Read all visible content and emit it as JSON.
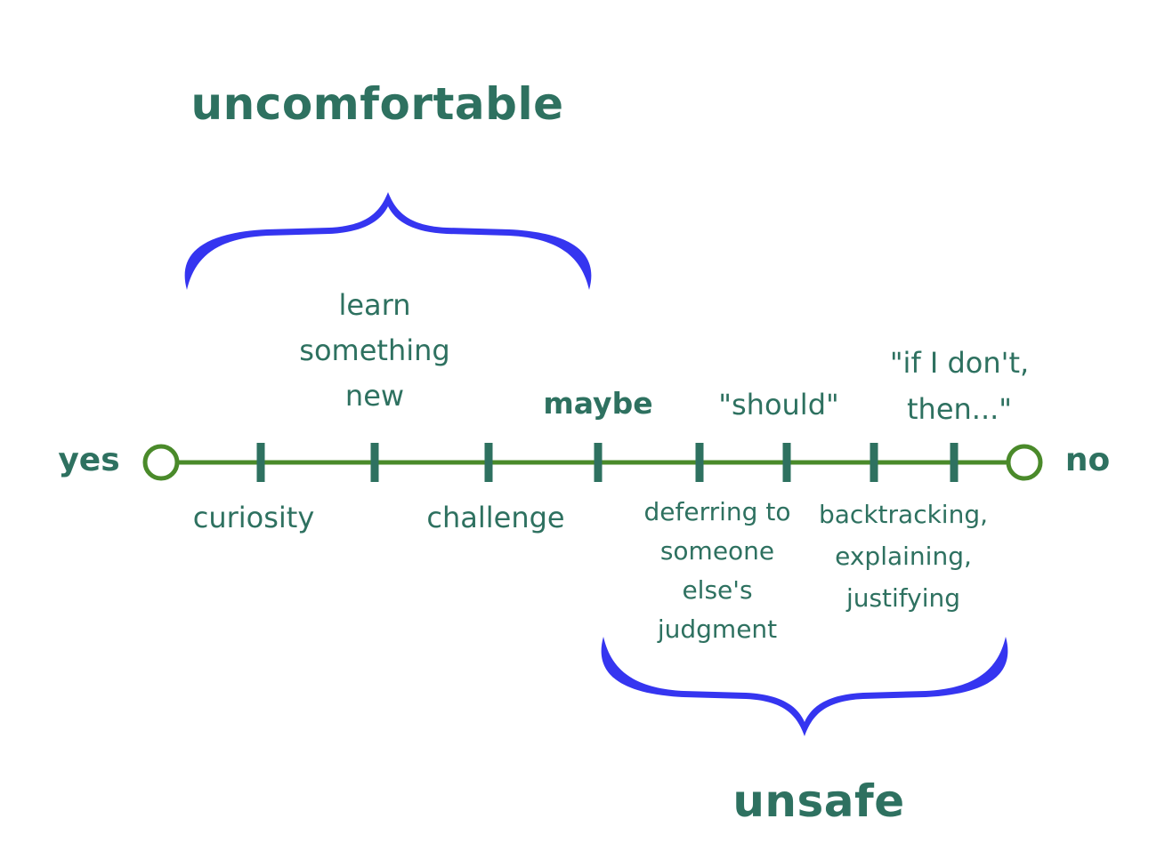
{
  "colors": {
    "text": "#2e7160",
    "line": "#4a8a2a",
    "brace": "#3535f0"
  },
  "headings": {
    "top": "uncomfortable",
    "bottom": "unsafe"
  },
  "ends": {
    "left": "yes",
    "right": "no"
  },
  "above_labels": {
    "learn": [
      "learn",
      "something",
      "new"
    ],
    "maybe": "maybe",
    "should": "\"should\"",
    "if_i_dont": [
      "\"if I don't,",
      "then...\""
    ]
  },
  "below_labels": {
    "curiosity": "curiosity",
    "challenge": "challenge",
    "deferring": [
      "deferring to",
      "someone",
      "else's",
      "judgment"
    ],
    "backtracking": [
      "backtracking,",
      "explaining,",
      "justifying"
    ]
  }
}
